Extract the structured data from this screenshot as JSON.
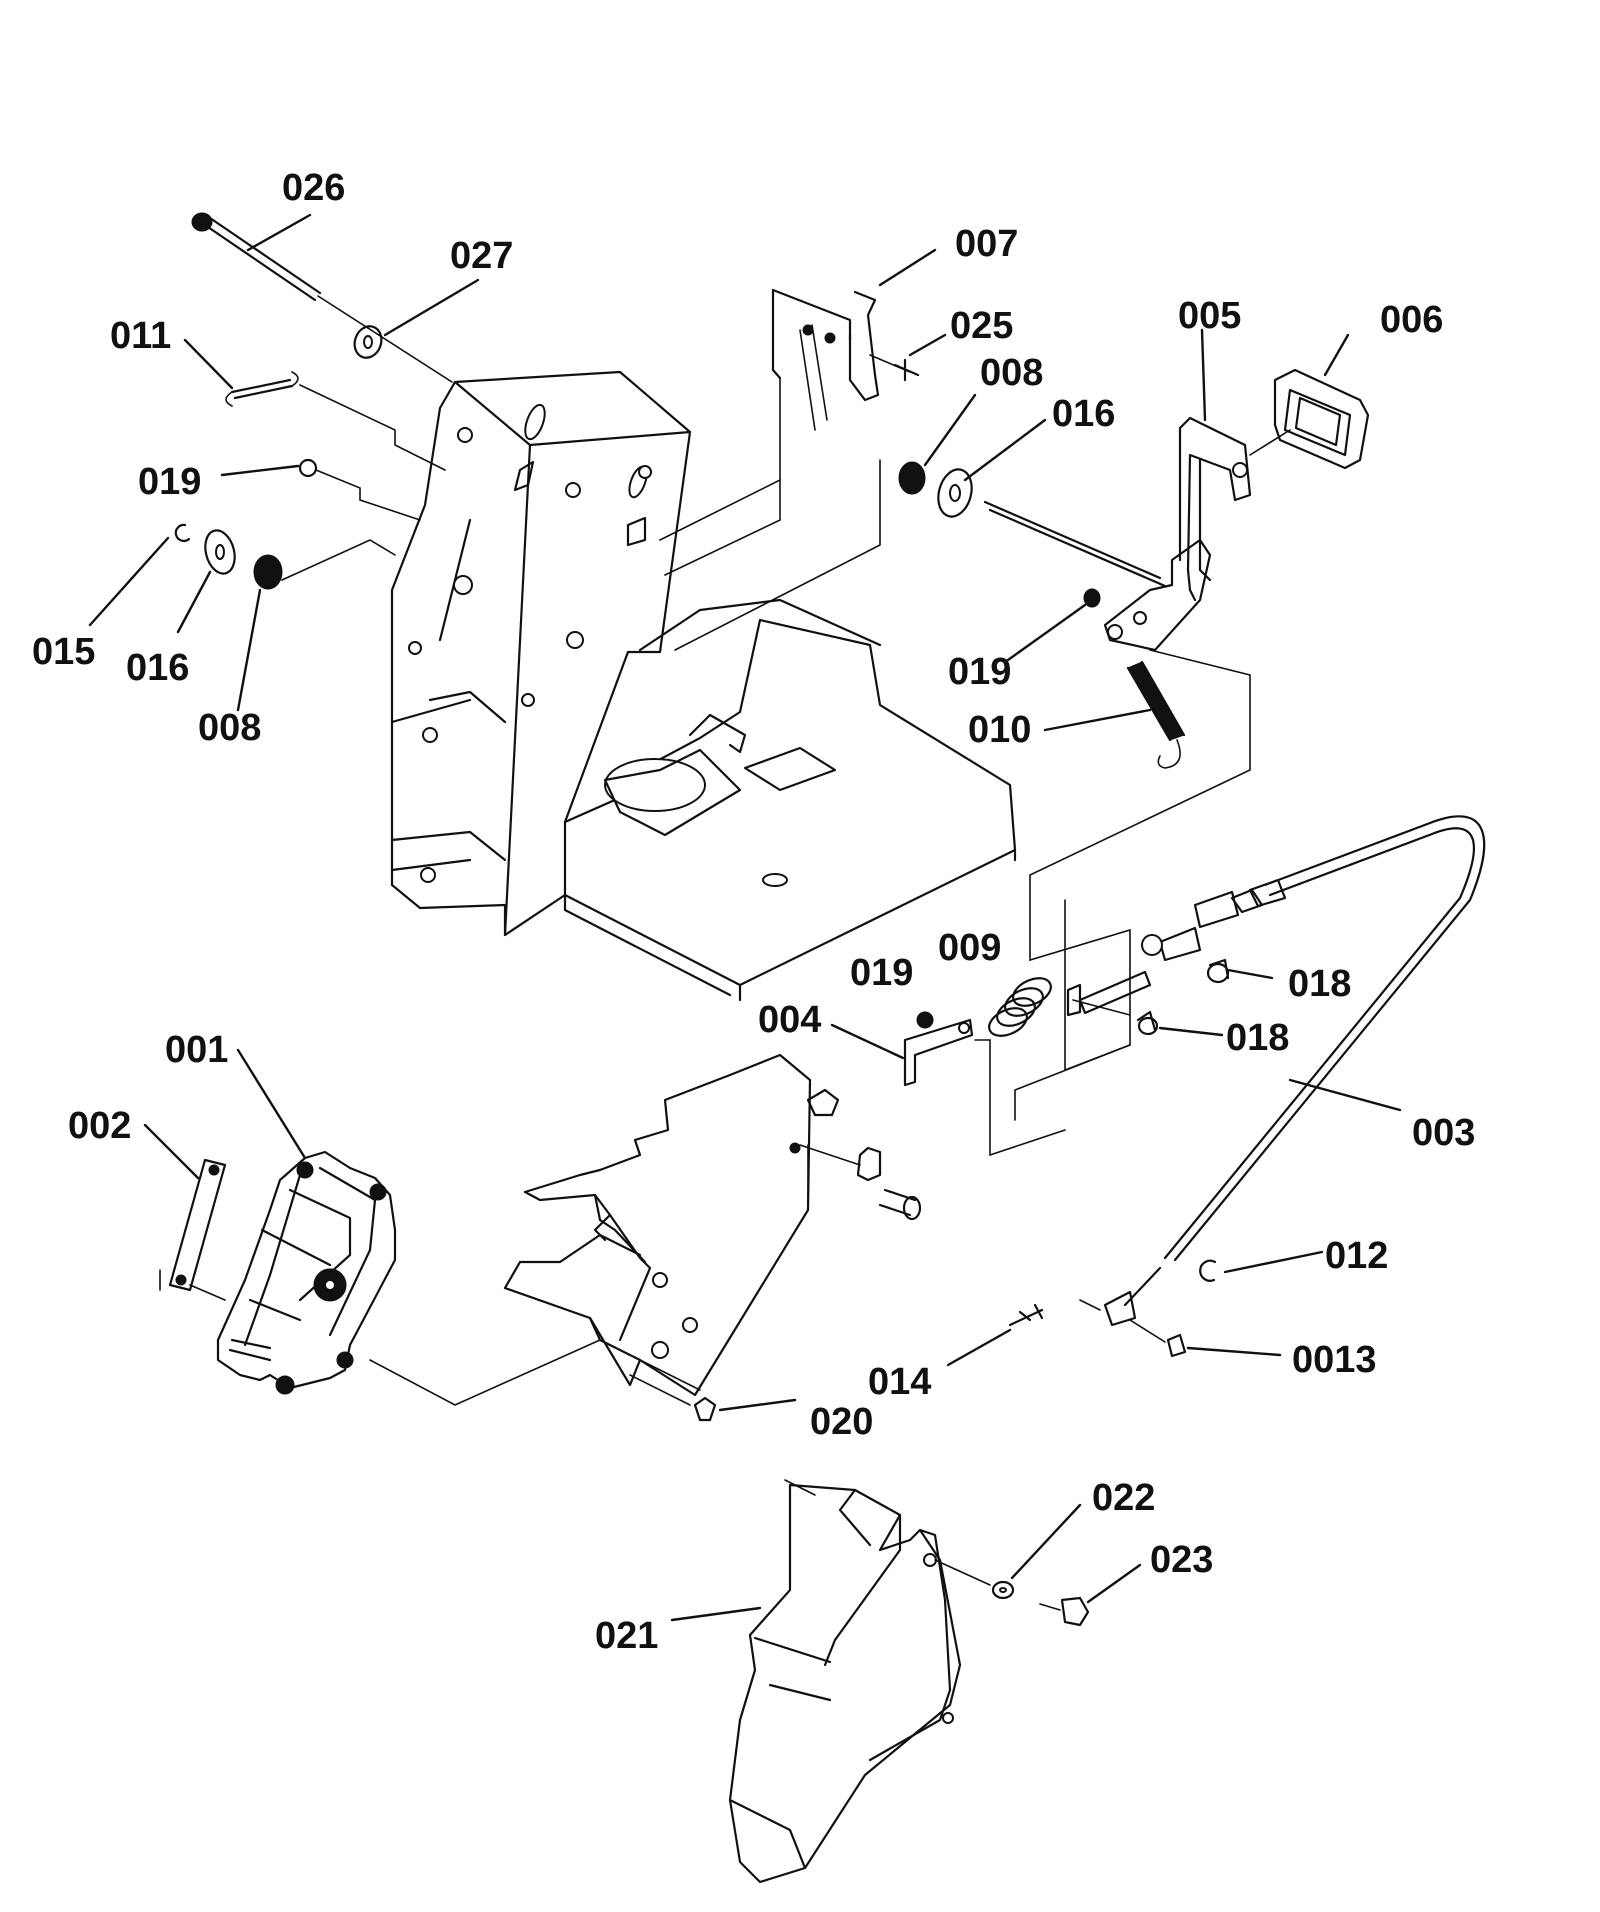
{
  "callouts": {
    "c026": "026",
    "c027": "027",
    "c011": "011",
    "c019a": "019",
    "c015": "015",
    "c016a": "016",
    "c008a": "008",
    "c007": "007",
    "c025": "025",
    "c008b": "008",
    "c016b": "016",
    "c005": "005",
    "c006": "006",
    "c019b": "019",
    "c010": "010",
    "c001": "001",
    "c002": "002",
    "c004": "004",
    "c019c": "019",
    "c009": "009",
    "c018a": "018",
    "c018b": "018",
    "c003": "003",
    "c012": "012",
    "c0013": "0013",
    "c014": "014",
    "c020": "020",
    "c022": "022",
    "c023": "023",
    "c021": "021"
  }
}
